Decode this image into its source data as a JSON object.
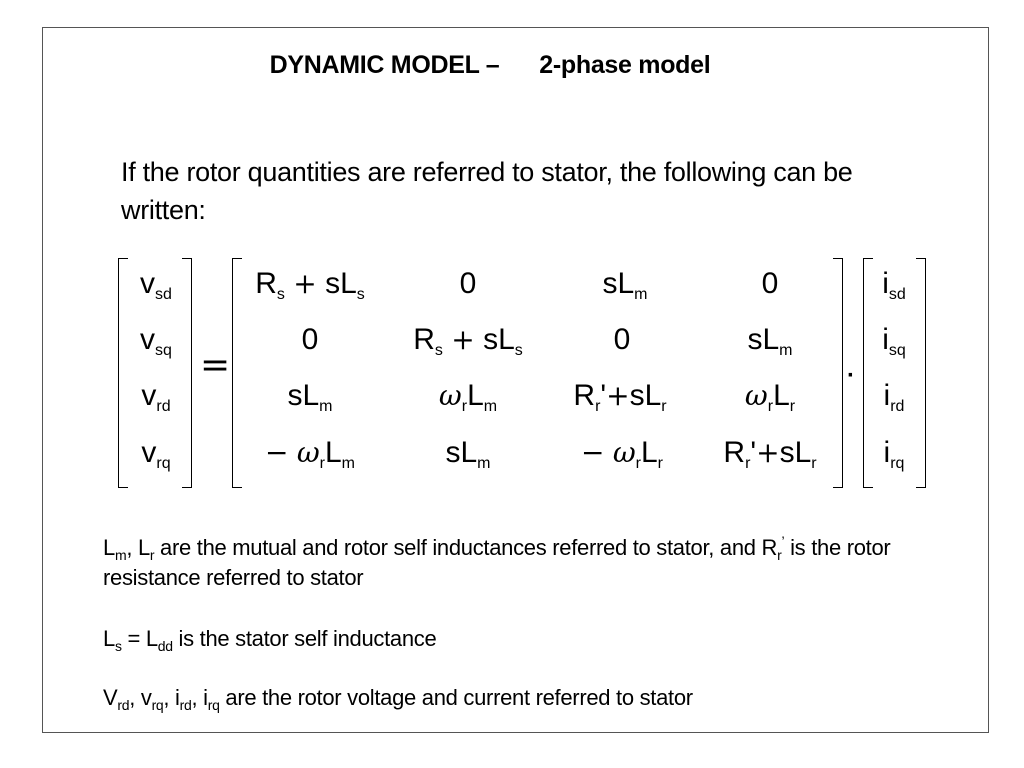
{
  "slide": {
    "title": "DYNAMIC MODEL –      2-phase model",
    "intro": "If the rotor quantities are referred to stator, the following can be written:"
  },
  "equation": {
    "lhs": [
      "v",
      "v",
      "v",
      "v"
    ],
    "lhs_sub": [
      "sd",
      "sq",
      "rd",
      "rq"
    ],
    "rhs": [
      "i",
      "i",
      "i",
      "i"
    ],
    "rhs_sub": [
      "sd",
      "sq",
      "rd",
      "rq"
    ],
    "equals": "=",
    "dot": "·",
    "matrix": {
      "zero": "0",
      "R": "R",
      "L": "L",
      "s_operator": "s",
      "omega": "ω",
      "plus": "+",
      "minus": "−",
      "prime": "'",
      "sub_s": "s",
      "sub_r": "r",
      "sub_m": "m"
    }
  },
  "notes": {
    "n1": {
      "L": "L",
      "sub_m": "m",
      "comma": ", ",
      "sub_r": "r",
      "text_a": " are the mutual and rotor self inductances referred to stator, and R",
      "prime": "’",
      "text_b": "  is the rotor resistance referred to stator"
    },
    "n2": {
      "L": "L",
      "sub_s": "s",
      "eq": " = L",
      "sub_dd": "dd",
      "text": " is the stator self inductance"
    },
    "n3": {
      "V": "V",
      "v": "v",
      "i": "i",
      "sub_rd": "rd",
      "sub_rq": "rq",
      "comma": ", ",
      "text": " are the rotor voltage and current referred to stator"
    }
  }
}
